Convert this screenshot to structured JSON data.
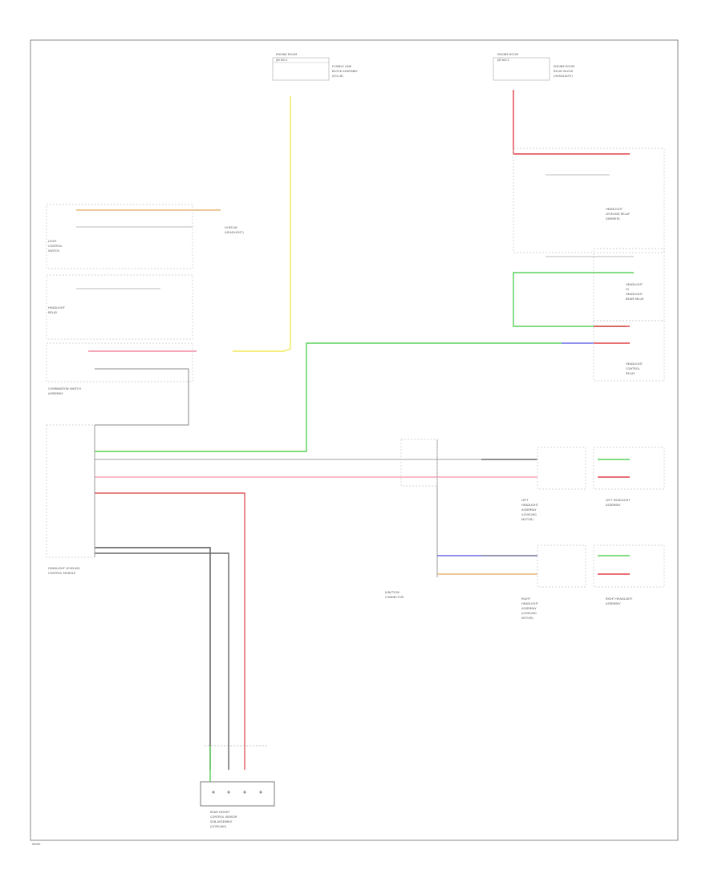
{
  "diagram": {
    "components": [
      {
        "id": "fuse-block-left",
        "lines": [
          "ENGINE ROOM",
          "J/B NO.1"
        ],
        "sub": [
          "FUSIBLE LINK",
          "BLOCK ASSEMBLY",
          "(ECU-B)"
        ]
      },
      {
        "id": "fuse-block-right",
        "lines": [
          "ENGINE ROOM",
          "J/B NO.2"
        ],
        "sub": [
          "ENGINE ROOM",
          "RELAY BLOCK",
          "(HEADLIGHT)"
        ]
      },
      {
        "id": "relay-left",
        "lines": [
          "HI RELAY",
          "(HEADLIGHT)"
        ]
      },
      {
        "id": "switch-left",
        "lines": [
          "LIGHT",
          "CONTROL",
          "SWITCH"
        ]
      },
      {
        "id": "relay-box-left",
        "lines": [
          "HEADLIGHT",
          "RELAY"
        ]
      },
      {
        "id": "combo-switch",
        "lines": [
          "COMBINATION SWITCH",
          "ASSEMBLY"
        ]
      },
      {
        "id": "module-left",
        "lines": [
          "HEADLIGHT LEVELING",
          "CONTROL MODULE"
        ]
      },
      {
        "id": "relay-right",
        "lines": [
          "HEADLIGHT",
          "LEVELING RELAY",
          "(DIMMER)"
        ]
      },
      {
        "id": "module-right-1",
        "lines": [
          "HEADLIGHT",
          "HI",
          "HEADLIGHT",
          "BEAM RELAY"
        ]
      },
      {
        "id": "module-right-2",
        "lines": [
          "HEADLIGHT",
          "CONTROL",
          "RELAY"
        ]
      },
      {
        "id": "actuator-left-lo",
        "lines": [
          "LEFT",
          "HEADLIGHT",
          "ASSEMBLY",
          "(LEVELING",
          "MOTOR)"
        ]
      },
      {
        "id": "actuator-left-hi",
        "lines": [
          "LEFT HEADLIGHT",
          "ASSEMBLY"
        ]
      },
      {
        "id": "junction-center",
        "lines": [
          "JUNCTION",
          "CONNECTOR"
        ]
      },
      {
        "id": "actuator-right-lo",
        "lines": [
          "RIGHT",
          "HEADLIGHT",
          "ASSEMBLY",
          "(LEVELING",
          "MOTOR)"
        ]
      },
      {
        "id": "actuator-right-hi",
        "lines": [
          "RIGHT HEADLIGHT",
          "ASSEMBLY"
        ]
      },
      {
        "id": "sensor-bottom",
        "lines": [
          "REAR HEIGHT",
          "CONTROL SENSOR",
          "SUB-ASSEMBLY",
          "(LEVELING)"
        ]
      }
    ],
    "footer_code": "W000"
  }
}
